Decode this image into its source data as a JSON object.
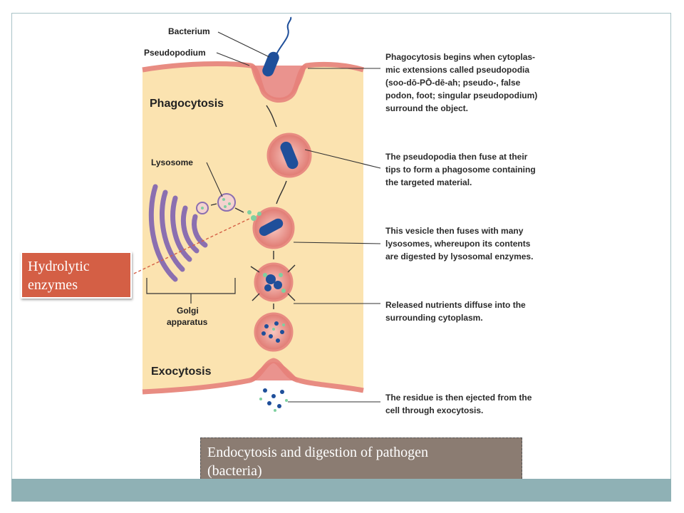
{
  "colors": {
    "cell_fill": "#fbe3b0",
    "membrane": "#e88c82",
    "vesicle_fill": "#e6807a",
    "bacterium": "#1f4f9a",
    "golgi": "#8b6fb0",
    "enzyme": "#7fd0a0",
    "callout": "#d45f45",
    "caption": "#8b7c72",
    "footer_bar": "#8fb1b5"
  },
  "figure": {
    "label_bacterium": "Bacterium",
    "label_pseudopodium": "Pseudopodium",
    "heading_phagocytosis": "Phagocytosis",
    "label_lysosome": "Lysosome",
    "label_golgi_line1": "Golgi",
    "label_golgi_line2": "apparatus",
    "heading_exocytosis": "Exocytosis"
  },
  "steps": [
    {
      "lines": [
        "Phagocytosis begins when cytoplas-",
        "mic extensions called pseudopodia",
        "(soo-dō-PŌ-dē-ah; pseudo-, false",
        "podon, foot; singular pseudopodium)",
        "surround the object."
      ]
    },
    {
      "lines": [
        "The pseudopodia then fuse at their",
        "tips to form a phagosome containing",
        "the targeted material."
      ]
    },
    {
      "lines": [
        "This vesicle then fuses with many",
        "lysosomes, whereupon its contents",
        "are digested by lysosomal enzymes."
      ]
    },
    {
      "lines": [
        "Released nutrients diffuse into the",
        "surrounding cytoplasm."
      ]
    },
    {
      "lines": [
        "The residue is then ejected from the",
        "cell through exocytosis."
      ]
    }
  ],
  "callout": {
    "text_line1": "Hydrolytic",
    "text_line2": "enzymes"
  },
  "caption": {
    "text_line1": "Endocytosis and digestion of pathogen",
    "text_line2": "(bacteria)"
  }
}
